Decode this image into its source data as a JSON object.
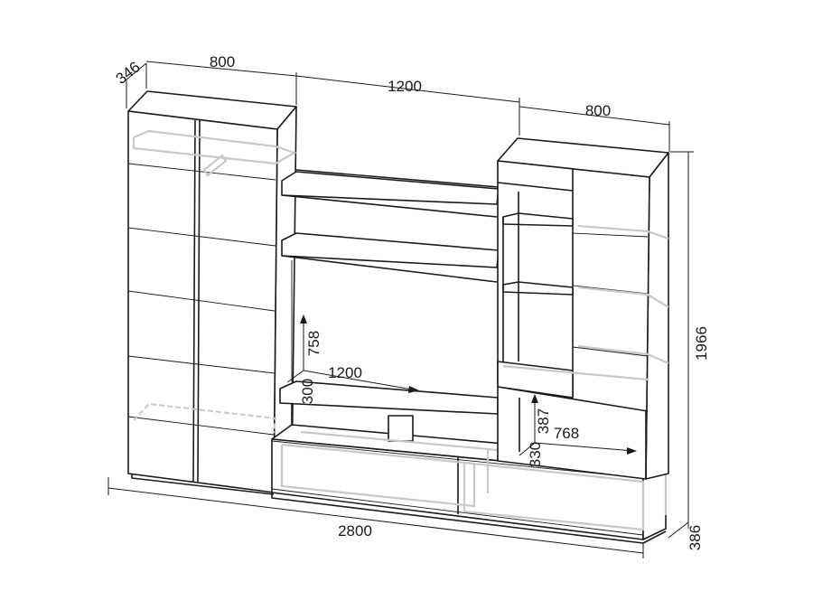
{
  "dimensions": {
    "left_depth": "346",
    "left_width": "800",
    "center_width": "1200",
    "right_width": "800",
    "total_height": "1966",
    "niche_height": "758",
    "niche_width": "1200",
    "shelf_depth": "300",
    "right_niche_height": "387",
    "right_niche_width": "768",
    "right_niche_depth": "330",
    "total_width": "2800",
    "base_depth": "386"
  }
}
